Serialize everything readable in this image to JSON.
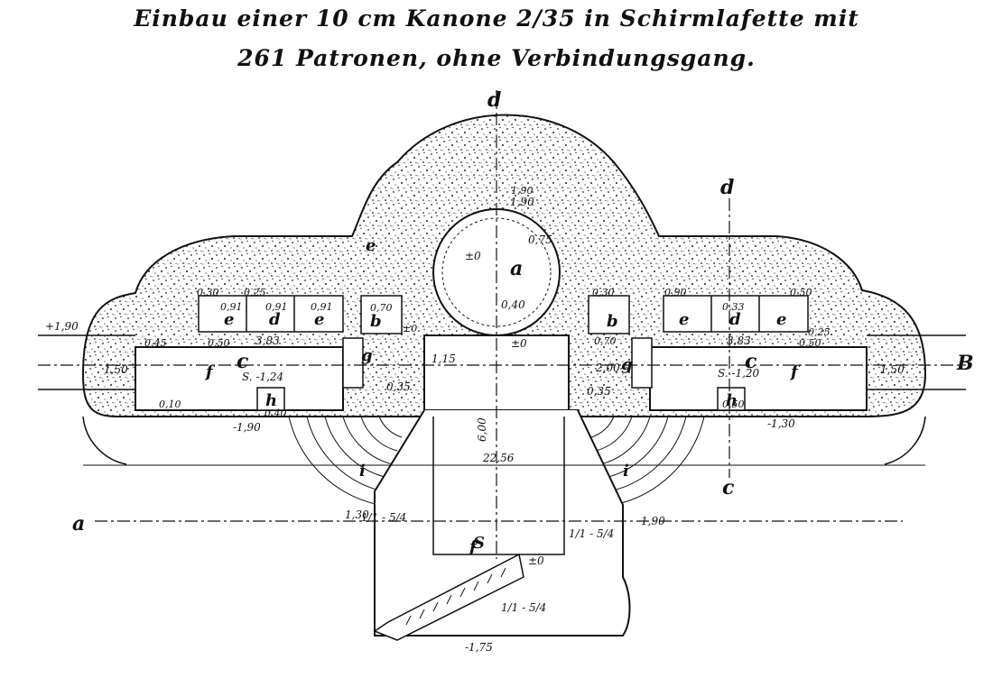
{
  "title": {
    "line1": "Einbau einer 10 cm Kanone 2/35 in Schirmlafette mit",
    "line2": "261 Patronen, ohne Verbindungsgang."
  },
  "colors": {
    "ink": "#111111",
    "paper": "#ffffff",
    "concrete_speckle": "#222222"
  },
  "section_marks": {
    "a": "a",
    "b": "B",
    "c": "c",
    "d": "d",
    "d2": "d",
    "e": "e",
    "f": "f"
  },
  "room_labels": {
    "gun_pit": "a",
    "store_left": "b",
    "store_right": "b",
    "corridor_left": "c",
    "corridor_right": "c",
    "niche_left": [
      "e",
      "d",
      "e"
    ],
    "niche_right": [
      "e",
      "d",
      "e"
    ],
    "door_left": "f",
    "door_right": "f",
    "passage_left": "g",
    "passage_right": "g",
    "hatch_left": "h",
    "hatch_right": "h",
    "stair_left": "i",
    "stair_right": "i",
    "entrance": "S"
  },
  "dimensions": {
    "overall_width": "22,56",
    "axis_depth": "6,00",
    "corridor_width_left": "3,83",
    "corridor_width_right": "3,83",
    "passage_width": "2,00",
    "pit_radius": "1,90",
    "pit_inner": "0,75",
    "pit_offset": "0,40",
    "pit_level": "±0",
    "pit_level_left": "±0",
    "centre_level": "±0",
    "yard_level": "±0",
    "sole_left": "S. -1,24",
    "sole_right": "S. -1,20",
    "elev_left_outer": "+1,90",
    "elev_left_wing": "1,50",
    "elev_right_wing": "1,50",
    "base_left": "-1,90",
    "base_right": "-1,30",
    "front_left": "1,30",
    "front_right": "1,90",
    "bottom": "-1,75",
    "top_edge": "1,90",
    "inner_step": "1,15",
    "depth_left": "0,35",
    "depth_right": "0,35",
    "slope_left": "1/1 - 5/4",
    "slope_right": "1/1 - 5/4",
    "slope_bottom": "1/1 - 5/4",
    "small_1": "0,91",
    "small_2": "0,91",
    "small_3": "0,91",
    "small_4": "0,25",
    "small_5": "0,30",
    "small_6": "0,70",
    "small_7": "0,90",
    "small_8": "0,50",
    "small_9": "0,30",
    "small_10": "0,33",
    "small_11": "0,50",
    "small_12": "0,50",
    "small_13": "0,70",
    "small_14": "0,10",
    "small_15": "0,45",
    "small_16": "0,25",
    "small_17": "0,50",
    "small_18": "0,40"
  }
}
